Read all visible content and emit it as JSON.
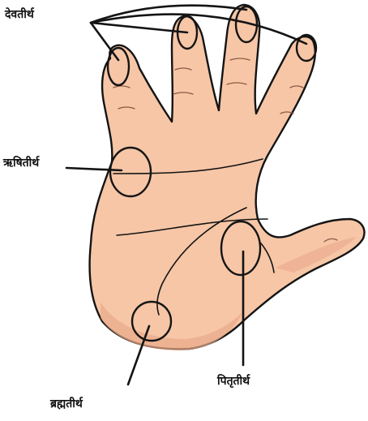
{
  "labels": {
    "devatirtha": "देवतीर्थ",
    "rishitirtha": "ऋषितीर्थ",
    "pitritirtha": "पितृतीर्थ",
    "brahmatirtha": "ब्रह्मतीर्थ"
  },
  "colors": {
    "skin": "#f6c6a6",
    "skin_shadow": "#e9a98a",
    "outline": "#141414",
    "background": "#ffffff"
  }
}
